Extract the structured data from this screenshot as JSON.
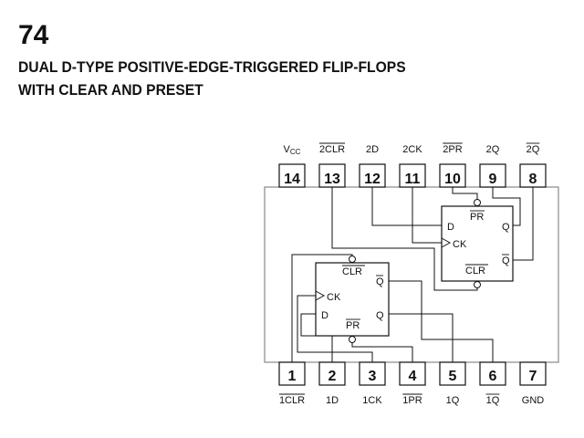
{
  "header": {
    "part_number": "74",
    "title_line1": "DUAL D-TYPE POSITIVE-EDGE-TRIGGERED FLIP-FLOPS",
    "title_line2": "WITH CLEAR AND PRESET"
  },
  "top_pins": [
    {
      "num": "14",
      "label": "V",
      "sub": "CC",
      "overbar": false
    },
    {
      "num": "13",
      "label": "2CLR",
      "overbar": true
    },
    {
      "num": "12",
      "label": "2D",
      "overbar": false
    },
    {
      "num": "11",
      "label": "2CK",
      "overbar": false
    },
    {
      "num": "10",
      "label": "2PR",
      "overbar": true
    },
    {
      "num": "9",
      "label": "2Q",
      "overbar": false
    },
    {
      "num": "8",
      "label": "2Q",
      "overbar": true
    }
  ],
  "bottom_pins": [
    {
      "num": "1",
      "label": "1CLR",
      "overbar": true
    },
    {
      "num": "2",
      "label": "1D",
      "overbar": false
    },
    {
      "num": "3",
      "label": "1CK",
      "overbar": false
    },
    {
      "num": "4",
      "label": "1PR",
      "overbar": true
    },
    {
      "num": "5",
      "label": "1Q",
      "overbar": false
    },
    {
      "num": "6",
      "label": "1Q",
      "overbar": true
    },
    {
      "num": "7",
      "label": "GND",
      "overbar": false
    }
  ],
  "flipflop2": {
    "d": "D",
    "ck": "CK",
    "pr": "PR",
    "clr": "CLR",
    "q": "Q",
    "qbar": "Q"
  },
  "flipflop1": {
    "d": "D",
    "ck": "CK",
    "pr": "PR",
    "clr": "CLR",
    "q": "Q",
    "qbar": "Q"
  }
}
